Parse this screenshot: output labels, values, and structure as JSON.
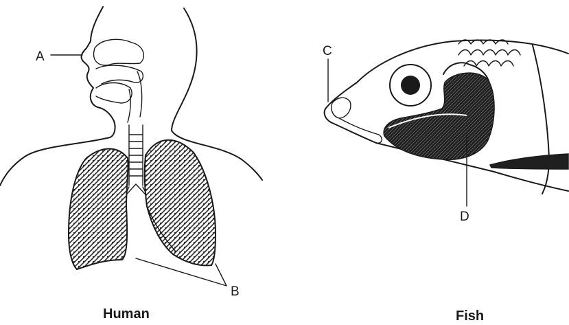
{
  "labels": {
    "A": "A",
    "B": "B",
    "C": "C",
    "D": "D"
  },
  "captions": {
    "human": "Human",
    "fish": "Fish"
  },
  "colors": {
    "ink": "#1a1a1a",
    "lung_tissue": "#2b2b2b",
    "gill_tissue": "#1f1f1f"
  }
}
